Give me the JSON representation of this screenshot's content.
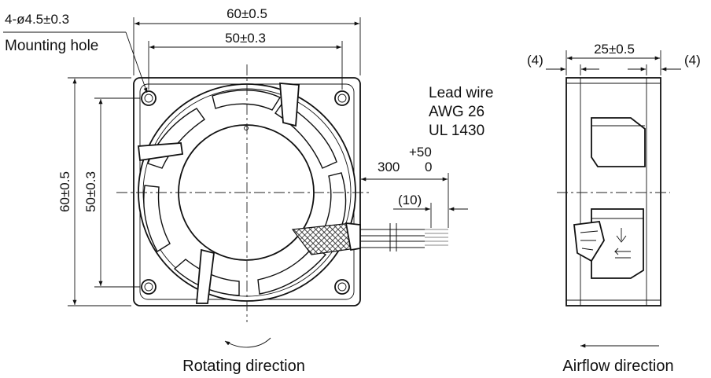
{
  "labels": {
    "mounting_hole_dim": "4-ø4.5±0.3",
    "mounting_hole": "Mounting hole",
    "width_outer": "60±0.5",
    "width_pitch": "50±0.3",
    "height_outer": "60±0.5",
    "height_pitch": "50±0.3",
    "lead_wire": [
      "Lead wire",
      "AWG 26",
      "UL 1430"
    ],
    "wire_length": "300",
    "wire_tol_plus": "+50",
    "wire_tol_minus": "0",
    "strip_length": "(10)",
    "depth": "25±0.5",
    "flange_left": "(4)",
    "flange_right": "(4)",
    "rotating_direction": "Rotating direction",
    "airflow_direction": "Airflow direction"
  }
}
